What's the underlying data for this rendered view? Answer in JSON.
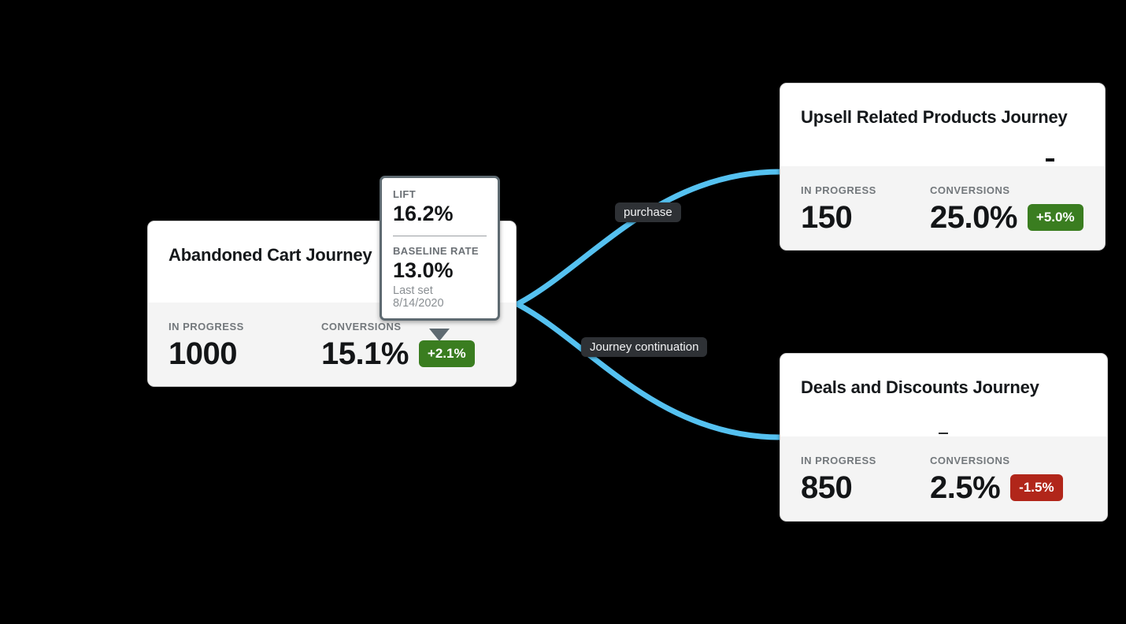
{
  "colors": {
    "canvas_background": "#000000",
    "edge": "#55C1F0",
    "positive_badge": "#3A7D20",
    "negative_badge": "#B1261A",
    "node_footer": "#F4F4F4",
    "edge_label_background": "#2E3135",
    "tooltip_border": "#5E6A71"
  },
  "nodes": [
    {
      "title": "Abandoned Cart Journey",
      "stats": {
        "in_progress_label": "IN PROGRESS",
        "in_progress_value": "1000",
        "conversions_label": "CONVERSIONS",
        "conversions_value": "15.1%",
        "delta": "+2.1%",
        "delta_direction": "positive"
      }
    },
    {
      "title": "Upsell Related Products Journey",
      "stats": {
        "in_progress_label": "IN PROGRESS",
        "in_progress_value": "150",
        "conversions_label": "CONVERSIONS",
        "conversions_value": "25.0%",
        "delta": "+5.0%",
        "delta_direction": "positive"
      }
    },
    {
      "title": "Deals and Discounts Journey",
      "stats": {
        "in_progress_label": "IN PROGRESS",
        "in_progress_value": "850",
        "conversions_label": "CONVERSIONS",
        "conversions_value": "2.5%",
        "delta": "-1.5%",
        "delta_direction": "negative"
      }
    }
  ],
  "edges": [
    {
      "label": "purchase"
    },
    {
      "label": "Journey continuation"
    }
  ],
  "tooltip": {
    "lift_label": "LIFT",
    "lift_value": "16.2%",
    "baseline_label": "BASELINE RATE",
    "baseline_value": "13.0%",
    "last_set": "Last set 8/14/2020"
  }
}
